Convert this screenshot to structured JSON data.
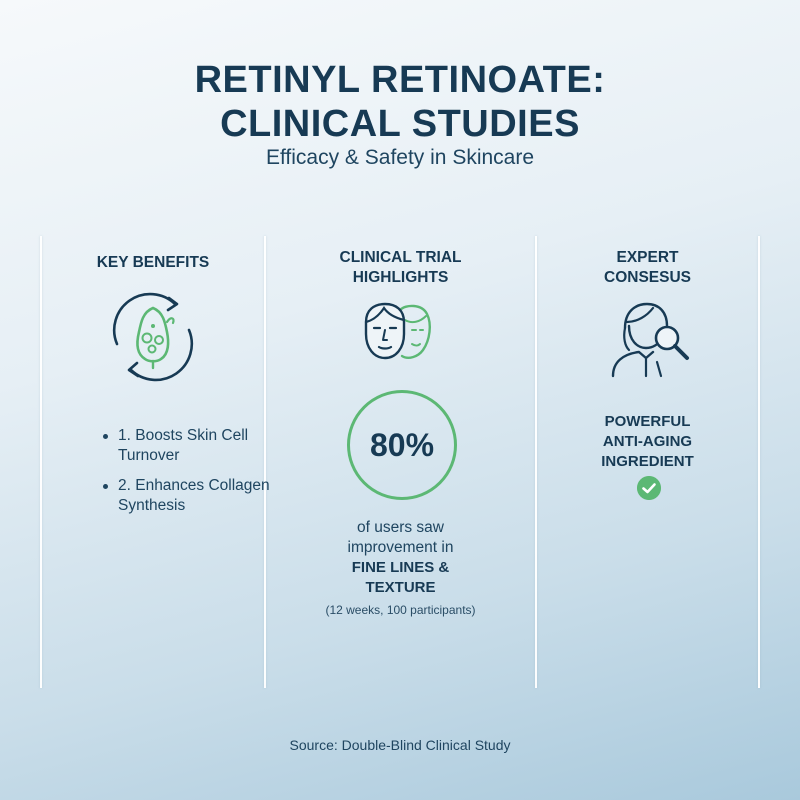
{
  "header": {
    "title_line1": "RETINYL RETINOATE:",
    "title_line2": "CLINICAL STUDIES",
    "subtitle": "Efficacy & Safety in Skincare"
  },
  "columns": {
    "benefits": {
      "heading": "KEY BENEFITS",
      "icon": "skin-cell-cycle-icon",
      "items": [
        {
          "line1": "1. Boosts Skin Cell",
          "line2": "Turnover"
        },
        {
          "line1": "2. Enhances Collagen",
          "line2": "Synthesis"
        }
      ]
    },
    "trial": {
      "heading_line1": "CLINICAL TRIAL",
      "heading_line2": "HIGHLIGHTS",
      "icon": "faces-icon",
      "stat_value": "80%",
      "stat_line1": "of users saw",
      "stat_line2": "improvement in",
      "stat_strong_line1": "FINE LINES &",
      "stat_strong_line2": "TEXTURE",
      "note": "(12 weeks, 100 participants)"
    },
    "expert": {
      "heading_line1": "EXPERT",
      "heading_line2": "CONSESUS",
      "icon": "expert-magnifier-icon",
      "statement_line1": "POWERFUL",
      "statement_line2": "ANTI-AGING",
      "statement_line3": "INGREDIENT",
      "check_icon": "check-circle-icon"
    }
  },
  "footer": {
    "source": "Source: Double-Blind Clinical Study"
  },
  "colors": {
    "navy": "#173a54",
    "accent_green": "#5cb874"
  }
}
